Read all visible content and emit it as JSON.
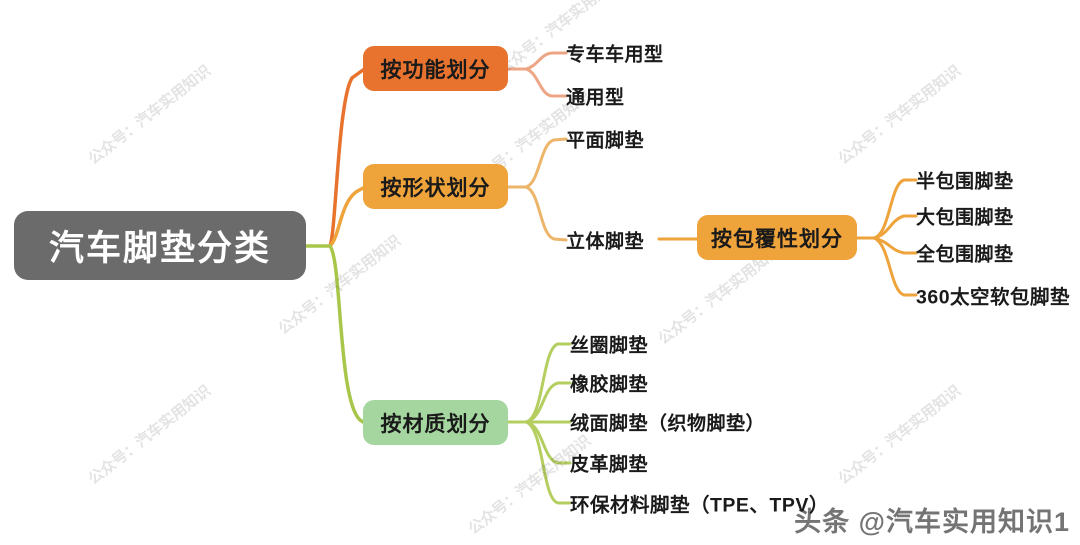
{
  "diagram": {
    "type": "mindmap",
    "title": "汽车脚垫分类",
    "root": {
      "label": "汽车脚垫分类",
      "color": "#6b6b6b",
      "text_color": "#ffffff"
    },
    "branches": [
      {
        "label": "按功能划分",
        "color": "#e8732e",
        "connector_color": "#e8732e",
        "leaf_connector_color": "#eda584",
        "children": [
          {
            "label": "专车车用型"
          },
          {
            "label": "通用型"
          }
        ]
      },
      {
        "label": "按形状划分",
        "color": "#efa33b",
        "connector_color": "#efa33b",
        "leaf_connector_color": "#edb569",
        "children": [
          {
            "label": "平面脚垫"
          },
          {
            "label": "立体脚垫"
          }
        ]
      },
      {
        "label": "按包覆性划分",
        "color": "#efa33b",
        "connector_color": "#efa33b",
        "leaf_connector_color": "#efb košice",
        "parent_leaf": "立体脚垫",
        "children": [
          {
            "label": "半包围脚垫"
          },
          {
            "label": "大包围脚垫"
          },
          {
            "label": "全包围脚垫"
          },
          {
            "label": "360太空软包脚垫"
          }
        ]
      },
      {
        "label": "按材质划分",
        "color": "#a5d6a0",
        "connector_color": "#a8c64a",
        "leaf_connector_color": "#b5ce60",
        "children": [
          {
            "label": "丝圈脚垫"
          },
          {
            "label": "橡胶脚垫"
          },
          {
            "label": "绒面脚垫（织物脚垫）"
          },
          {
            "label": "皮革脚垫"
          },
          {
            "label": "环保材料脚垫（TPE、TPV）"
          }
        ]
      }
    ]
  },
  "watermark": {
    "tile_text": "公众号：汽车实用知识",
    "brand_text": "头条 @汽车实用知识1"
  }
}
